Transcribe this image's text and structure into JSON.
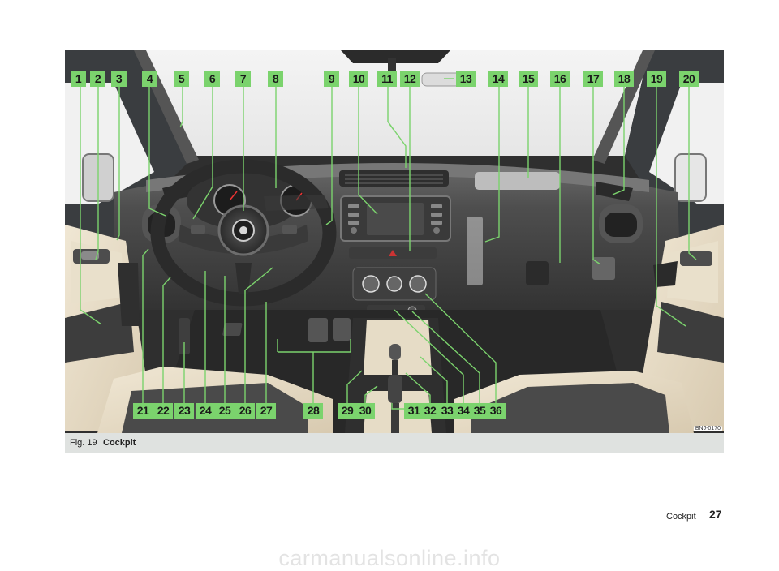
{
  "figure": {
    "callouts_top": [
      "1",
      "2",
      "3",
      "4",
      "5",
      "6",
      "7",
      "8",
      "9",
      "10",
      "11",
      "12",
      "13",
      "14",
      "15",
      "16",
      "17",
      "18",
      "19",
      "20"
    ],
    "callouts_bottom": [
      "21",
      "22",
      "23",
      "24",
      "25",
      "26",
      "27",
      "28",
      "29",
      "30",
      "31",
      "32",
      "33",
      "34",
      "35",
      "36"
    ],
    "image_code": "BNJ-0170"
  },
  "caption": {
    "label": "Fig. 19",
    "title": "Cockpit"
  },
  "footer": {
    "section": "Cockpit",
    "page_number": "27"
  },
  "watermark": "carmanualsonline.info",
  "colors": {
    "callout_bg": "#7bd36d",
    "caption_bar": "#dfe2e0",
    "interior_light": "#e6dcc6",
    "interior_dark": "#3c3c3c"
  }
}
